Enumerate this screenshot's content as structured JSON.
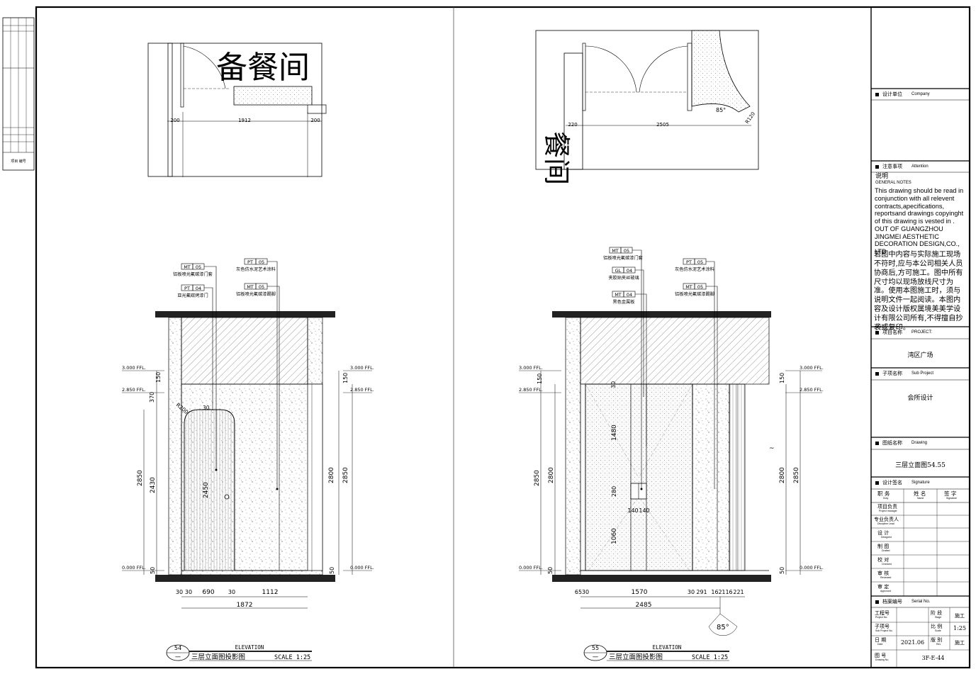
{
  "floor_plans": {
    "left_room_label": "备餐间",
    "left_dims": [
      "200",
      "1912",
      "200"
    ],
    "right_dims": [
      "220",
      "2505"
    ],
    "right_radius": "R120",
    "right_angle": "85°",
    "right_cut_label": "餐间"
  },
  "elevation_54": {
    "number": "54",
    "sub": "一",
    "title_en": "ELEVATION",
    "title_cn": "三层立面图投影图",
    "scale": "SCALE 1:25",
    "tags": [
      {
        "code": "MT",
        "num": "05",
        "desc": "铝板喷光氟碳漆门套"
      },
      {
        "code": "PT",
        "num": "04",
        "desc": "亚光氟碳烤漆门"
      },
      {
        "code": "PT",
        "num": "05",
        "desc": "灰色仿水泥艺术涂料"
      },
      {
        "code": "MT",
        "num": "05",
        "desc": "铝板喷光氟碳漆踢脚"
      }
    ],
    "levels": [
      "3.000 FFL.",
      "2.850 FFL.",
      "0.000 FFL."
    ],
    "vert_dims": [
      "150",
      "370",
      "2850",
      "2430",
      "2450",
      "2800",
      "2850",
      "50",
      "50",
      "150"
    ],
    "radius": "R200",
    "small_30": "30",
    "bottom_dims": [
      "30",
      "30",
      "690",
      "30",
      "1112"
    ],
    "total": "1872"
  },
  "elevation_55": {
    "number": "55",
    "sub": "一",
    "title_en": "ELEVATION",
    "title_cn": "三层立面图投影图",
    "scale": "SCALE 1:25",
    "tags": [
      {
        "code": "MT",
        "num": "05",
        "desc": "铝板喷光氟碳漆门套"
      },
      {
        "code": "GL",
        "num": "04",
        "desc": "夹胶贴夹丝玻璃"
      },
      {
        "code": "MT",
        "num": "04",
        "desc": "黑色金属板"
      },
      {
        "code": "PT",
        "num": "05",
        "desc": "灰色仿水泥艺术涂料"
      },
      {
        "code": "MT",
        "num": "05",
        "desc": "铝板喷光氟碳漆踢脚"
      }
    ],
    "levels": [
      "3.000 FFL.",
      "2.850 FFL.",
      "0.000 FFL."
    ],
    "vert_dims": [
      "150",
      "2850",
      "2800",
      "1480",
      "280",
      "1060",
      "30",
      "2800",
      "2850",
      "50",
      "50",
      "150"
    ],
    "handle_dims": [
      "140",
      "140"
    ],
    "bottom_dims": [
      "65",
      "30",
      "1570",
      "30",
      "291",
      "162",
      "116",
      "221"
    ],
    "total": "2485",
    "angle": "85°"
  },
  "title_block": {
    "company_cn": "设计单位",
    "company_en": "Company",
    "attention_cn": "注意事项",
    "attention_en": "Attention",
    "notes_title_cn": "说明",
    "notes_title_en": "GENERAL NOTES",
    "notes_en": "This drawing should be read in conjunction with all relevent contracts,apecifications, reportsand drawings copyinght of this drawing is vested in . OUT OF GUANGZHOU JINGMEI AESTHETIC DECORATION DESIGN,CO., LTD",
    "notes_cn": "若图中内容与实际施工现场不符时,应与本公司相关人员协商后,方可施工。图中所有尺寸均以现场放线尺寸为准。使用本图施工时，须与说明文件一起阅读。本图内容及设计版权属境美美学设计有限公司所有,不得擅自抄袭或复印。",
    "project_cn": "项目名称",
    "project_en": "PROJECT:",
    "project_value": "湾区广场",
    "sub_cn": "子项名称",
    "sub_en": "Sub Project",
    "sub_value": "会所设计",
    "drawing_cn": "图纸名称",
    "drawing_en": "Drawing",
    "drawing_value": "三层立面图54.55",
    "signature_cn": "设计签名",
    "signature_en": "Signature",
    "sig_headers": [
      {
        "cn": "职  务",
        "en": "Duty"
      },
      {
        "cn": "姓  名",
        "en": "Name"
      },
      {
        "cn": "签  字",
        "en": "Signature"
      }
    ],
    "roles": [
      {
        "cn": "项目负责",
        "en": "Project manager"
      },
      {
        "cn": "专业负责人",
        "en": "Discipline Lead"
      },
      {
        "cn": "设  计",
        "en": "Designed"
      },
      {
        "cn": "制  图",
        "en": "Drafted"
      },
      {
        "cn": "校  对",
        "en": "Checked"
      },
      {
        "cn": "审  核",
        "en": "Reviewed"
      },
      {
        "cn": "审  定",
        "en": "Approved"
      }
    ],
    "serial_cn": "档案编号",
    "serial_en": "Serial No.",
    "info_rows": [
      {
        "label": "工程号",
        "label_en": "Project No.",
        "value": "",
        "k2": "阶 段",
        "k2_en": "Stage",
        "v2": "施工"
      },
      {
        "label": "子项号",
        "label_en": "Sub Project No.",
        "value": "",
        "k2": "比 例",
        "k2_en": "Scale",
        "v2": "1:25"
      },
      {
        "label": "日 期",
        "label_en": "Date",
        "value": "2021.06",
        "k2": "版 别",
        "k2_en": "Rev",
        "v2": "施工"
      },
      {
        "label": "图 号",
        "label_en": "Drawing No.",
        "value": "3F-E-44",
        "k2": "",
        "k2_en": "",
        "v2": ""
      }
    ]
  },
  "left_strip_label": "项目 编号"
}
